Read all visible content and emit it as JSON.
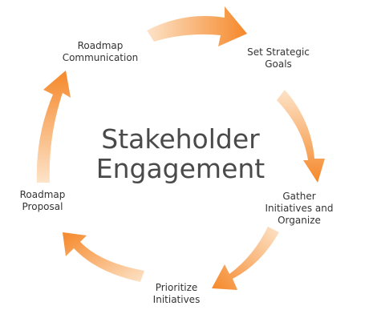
{
  "diagram": {
    "center": {
      "line1": "Stakeholder",
      "line2": "Engagement"
    },
    "steps": [
      {
        "line1": "Roadmap",
        "line2": "Communication"
      },
      {
        "line1": "Set Strategic",
        "line2": "Goals"
      },
      {
        "line1": "Gather",
        "line2": "Initiatives and",
        "line3": "Organize"
      },
      {
        "line1": "Prioritize",
        "line2": "Initiatives"
      },
      {
        "line1": "Roadmap",
        "line2": "Proposal"
      }
    ],
    "colors": {
      "arrow_strong": "#f5882a",
      "arrow_faded": "#fde3c8",
      "text": "#333333",
      "center_text": "#4a4a4a"
    }
  }
}
